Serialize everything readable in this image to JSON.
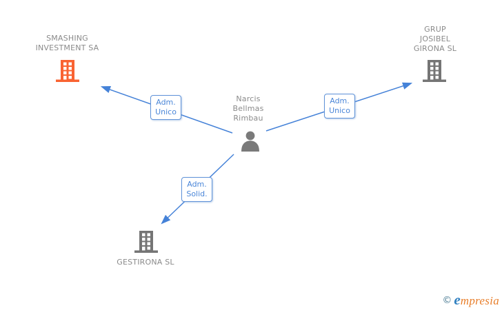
{
  "diagram": {
    "person": {
      "lines": [
        "Narcis",
        "Bellmas",
        "Rimbau"
      ]
    },
    "companies": {
      "smashing": {
        "lines": [
          "SMASHING",
          "INVESTMENT SA"
        ],
        "icon_color": "#f96332"
      },
      "grup_josibel": {
        "lines": [
          "GRUP",
          "JOSIBEL",
          "GIRONA SL"
        ],
        "icon_color": "#757575"
      },
      "gestirona": {
        "lines": [
          "GESTIRONA SL"
        ],
        "icon_color": "#757575"
      }
    },
    "edge_labels": {
      "left": {
        "lines": [
          "Adm.",
          "Unico"
        ]
      },
      "right": {
        "lines": [
          "Adm.",
          "Unico"
        ]
      },
      "bottom": {
        "lines": [
          "Adm.",
          "Solid."
        ]
      }
    }
  },
  "colors": {
    "edge_blue": "#4582d8",
    "edge_label_blue": "#4a86d8",
    "node_label_gray": "#8a8a8a",
    "building_orange": "#f96332",
    "building_gray": "#757575",
    "person_gray": "#7a7a7a",
    "brand_blue": "#2e7fc0",
    "brand_orange": "#e87e2a",
    "copyright_teal": "#4d7d95"
  },
  "watermark": {
    "copyright": "©",
    "brand_first_letter": "e",
    "brand_rest": "mpresia"
  }
}
